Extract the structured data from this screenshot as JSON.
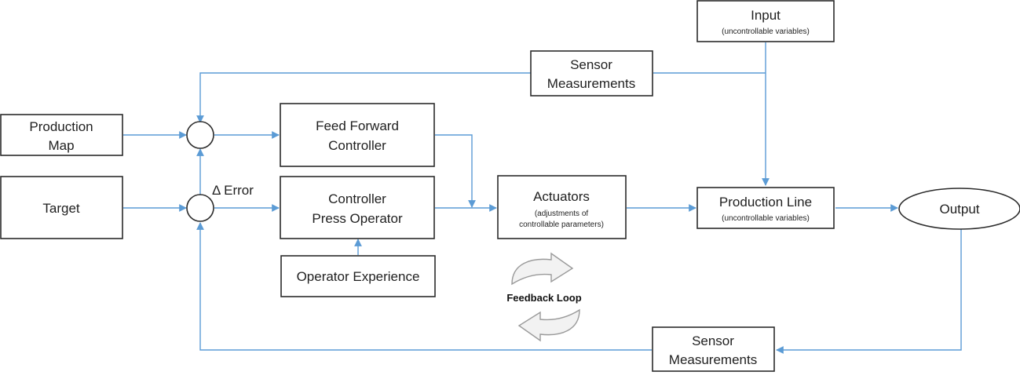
{
  "nodes": {
    "input": {
      "label": "Input",
      "sub": "(uncontrollable variables)"
    },
    "sensor_top": {
      "line1": "Sensor",
      "line2": "Measurements"
    },
    "production_map": {
      "line1": "Production",
      "line2": "Map"
    },
    "target": {
      "label": "Target"
    },
    "feed_forward": {
      "line1": "Feed Forward",
      "line2": "Controller"
    },
    "controller": {
      "line1": "Controller",
      "line2": "Press Operator"
    },
    "operator_experience": {
      "label": "Operator Experience"
    },
    "actuators": {
      "label": "Actuators",
      "sub1": "(adjustments of",
      "sub2": "controllable parameters)"
    },
    "production_line": {
      "label": "Production Line",
      "sub": "(uncontrollable variables)"
    },
    "output": {
      "label": "Output"
    },
    "sensor_bottom": {
      "line1": "Sensor",
      "line2": "Measurements"
    }
  },
  "error_label": "Δ Error",
  "feedback_loop_label": "Feedback Loop",
  "colors": {
    "connector": "#5b9bd5",
    "box_stroke": "#2b2b2b"
  }
}
